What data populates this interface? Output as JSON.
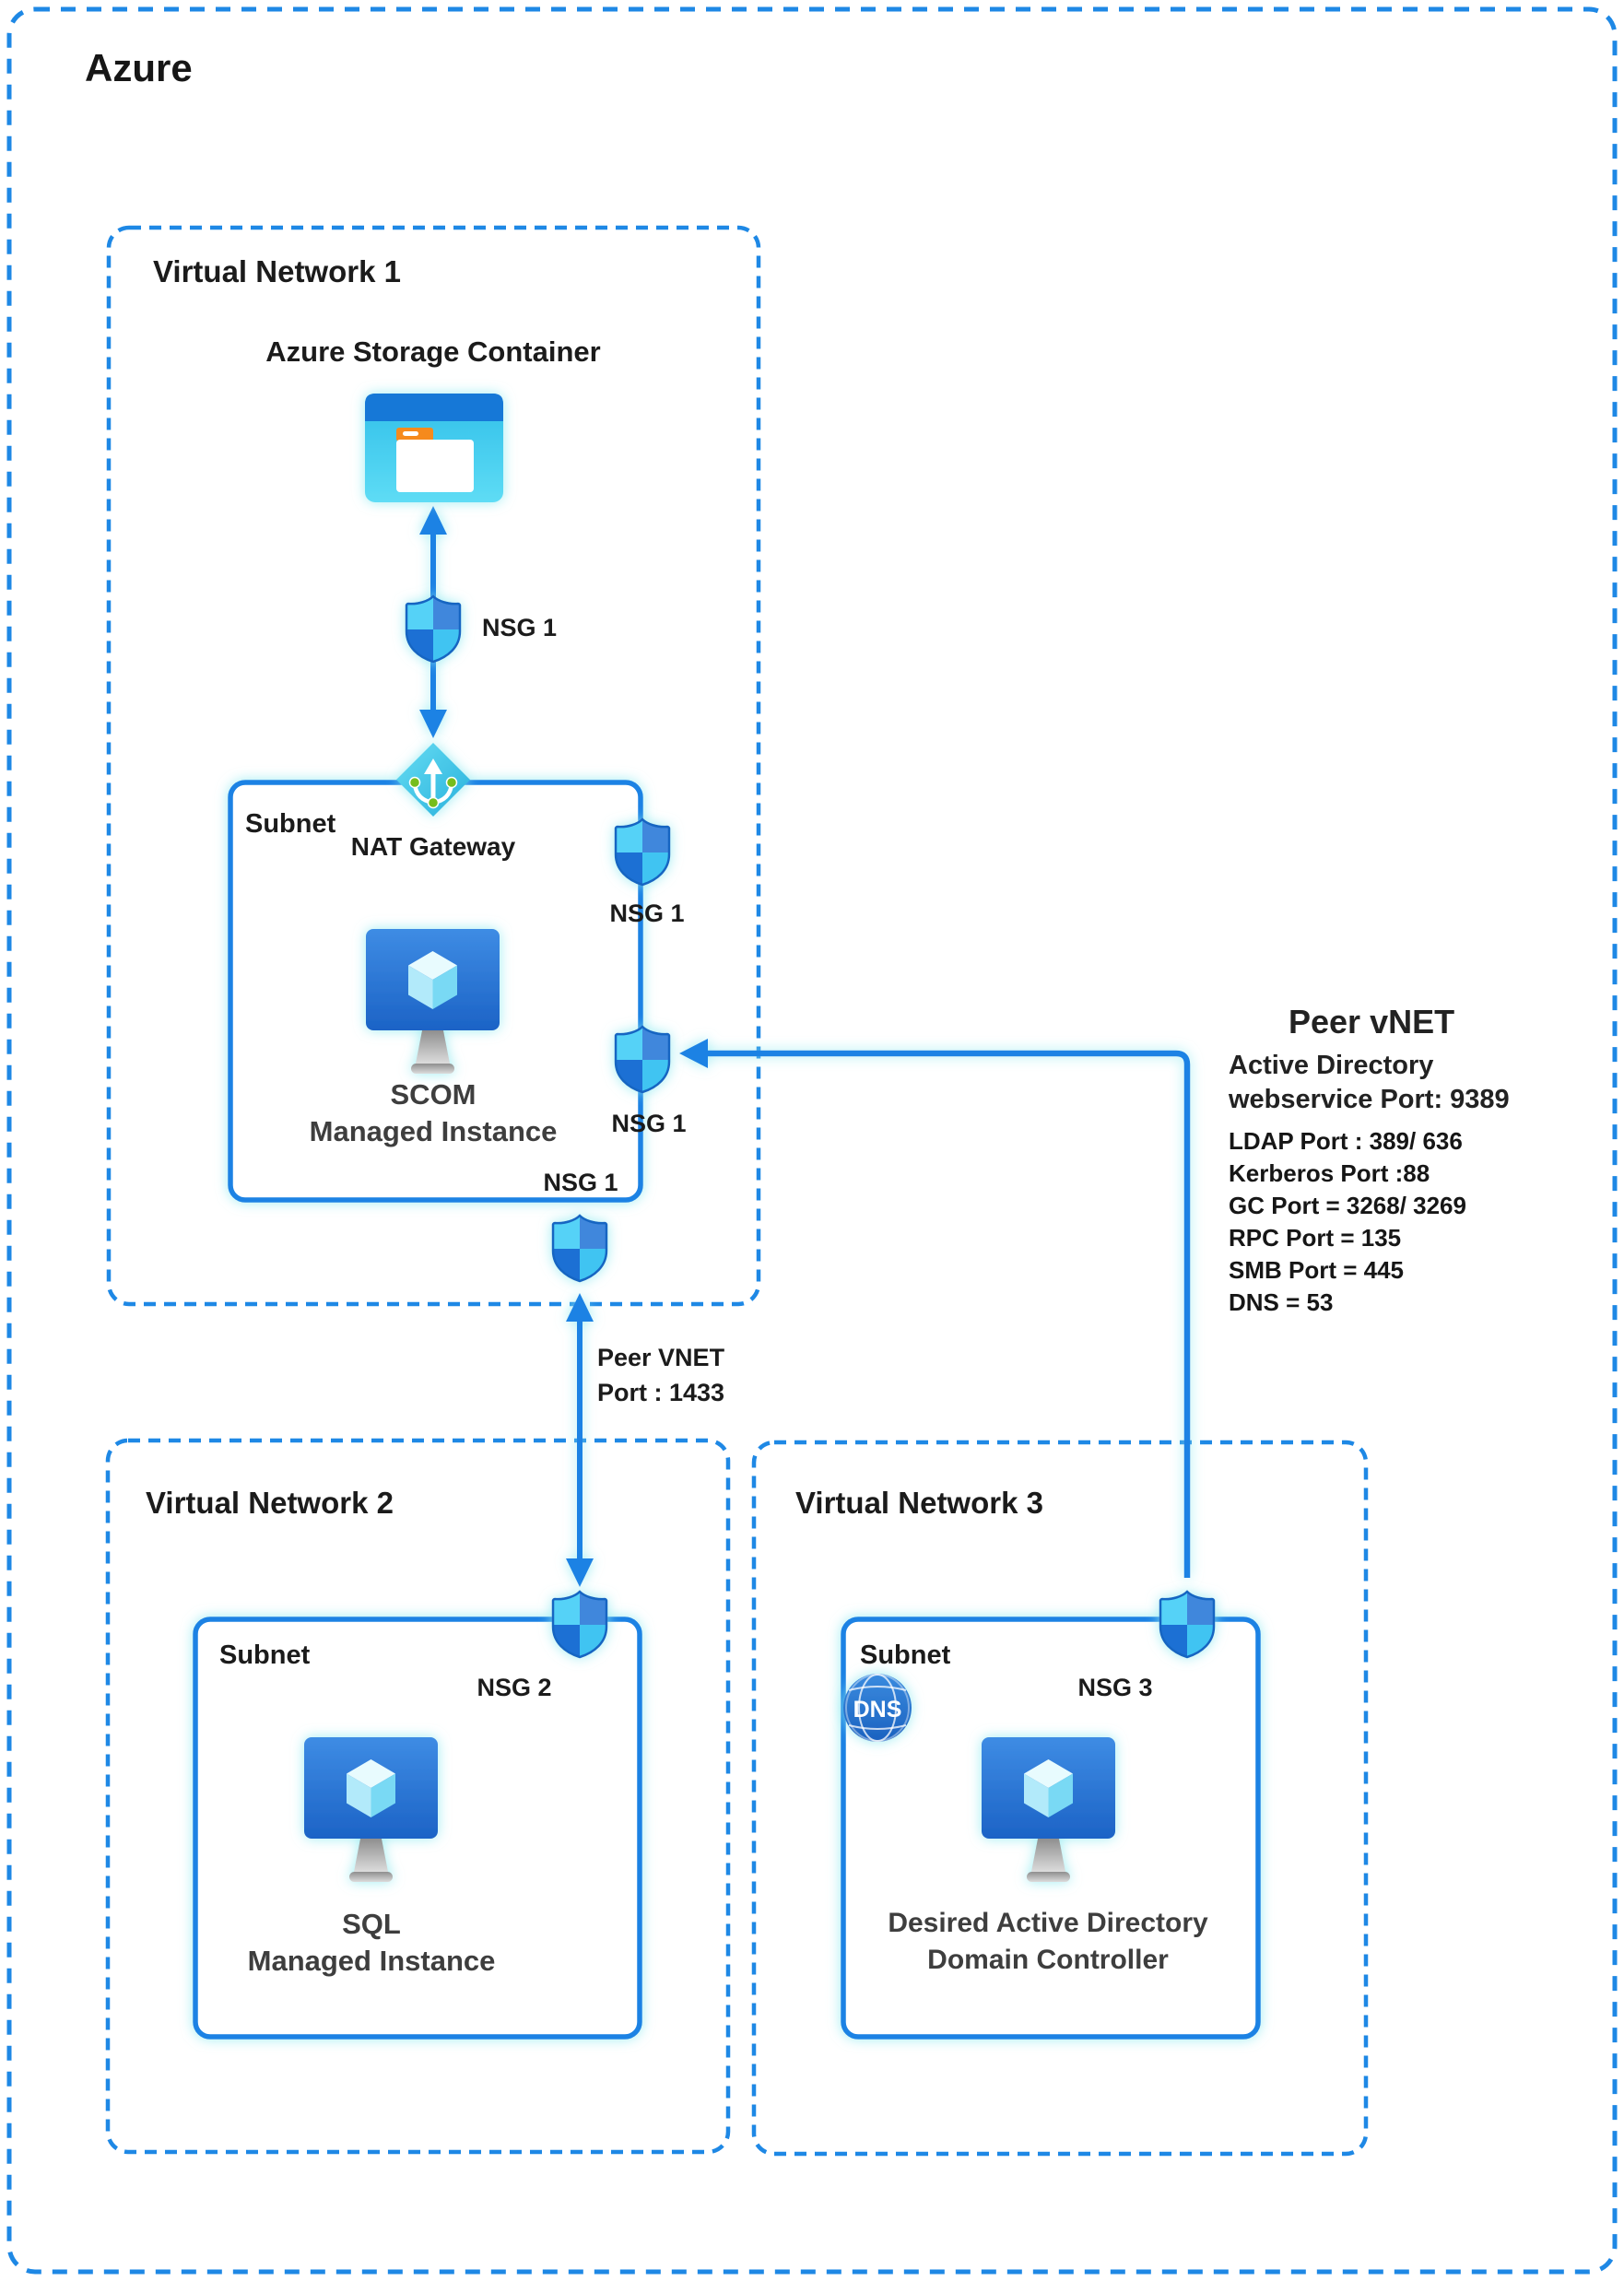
{
  "title": "Azure",
  "colors": {
    "line_blue": "#1b82e4",
    "dash_blue": "#1e88e5",
    "glow_cyan": "#8feaf0",
    "shield_top_left": "#55d2f7",
    "shield_top_right": "#4187dc",
    "shield_bottom_left": "#1c70d4",
    "shield_bottom_right": "#41c4f2",
    "storage_header_blue": "#1278d7",
    "storage_body_cyan": "#44cdef",
    "folder_orange": "#f68a1c",
    "nat_green_dot": "#76bd1f",
    "monitor_blue": "#2d78d6",
    "dns_globe_blue": "#2b7cd3",
    "text_dark": "#1b1b1b",
    "vm_label_gray": "#3e3e3e"
  },
  "vnet1": {
    "label": "Virtual Network 1",
    "storage_label": "Azure Storage Container",
    "nsg_top_label": "NSG 1",
    "subnet": {
      "label": "Subnet",
      "nat_label": "NAT Gateway",
      "vm_line1": "SCOM",
      "vm_line2": "Managed Instance",
      "nsg_right_upper_label": "NSG 1",
      "nsg_right_lower_label": "NSG 1",
      "nsg_bottom_label": "NSG 1"
    }
  },
  "peer_vnet_link": {
    "line1": "Peer VNET",
    "line2": "Port : 1433"
  },
  "peer_vnet_note": {
    "title": "Peer vNET",
    "subtitle_line1": "Active Directory",
    "subtitle_line2": "webservice Port: 9389",
    "ports": [
      "LDAP Port : 389/ 636",
      "Kerberos Port :88",
      "GC Port = 3268/ 3269",
      "RPC Port = 135",
      "SMB Port = 445",
      "DNS = 53"
    ]
  },
  "vnet2": {
    "label": "Virtual Network 2",
    "subnet": {
      "label": "Subnet",
      "nsg_label": "NSG 2",
      "vm_line1": "SQL",
      "vm_line2": "Managed Instance"
    }
  },
  "vnet3": {
    "label": "Virtual Network 3",
    "subnet": {
      "label": "Subnet",
      "nsg_label": "NSG 3",
      "dns_label": "DNS",
      "vm_line1": "Desired Active Directory",
      "vm_line2": "Domain Controller"
    }
  }
}
